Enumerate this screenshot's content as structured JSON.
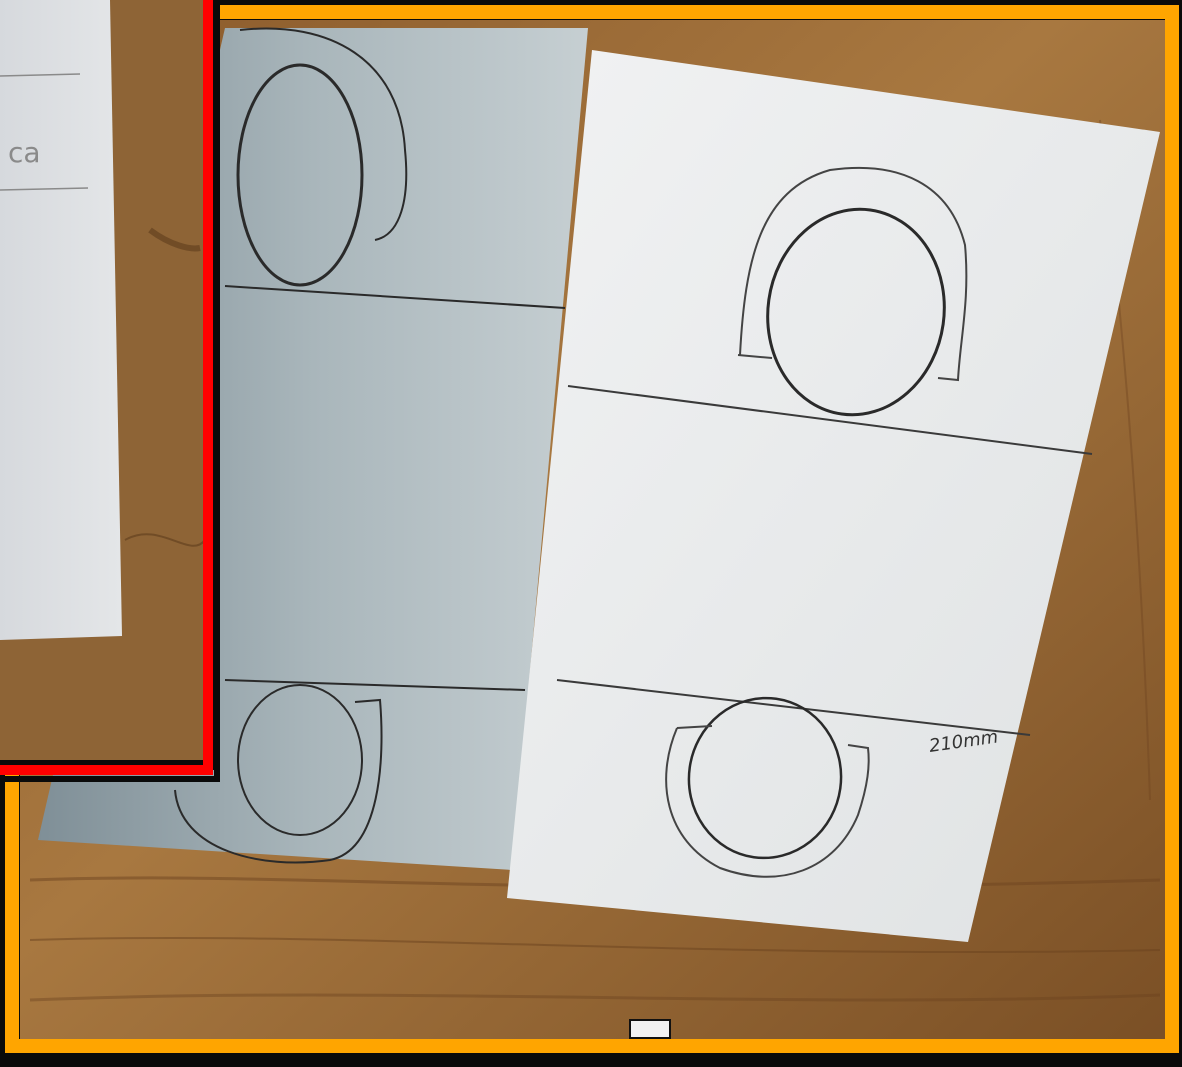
{
  "photo": {
    "frames": [
      {
        "name": "orange-frame",
        "color": "#ffa500"
      },
      {
        "name": "red-frame",
        "color": "#ff0000"
      }
    ],
    "colors": {
      "table": "#9a6a38",
      "paper": "#e9ebec",
      "paper_shadowed": "#a9b6bb",
      "pencil": "#2a2a2a"
    },
    "handwriting": {
      "dimension_label": "210mm",
      "partial_word_left_sheet": "ca"
    }
  }
}
